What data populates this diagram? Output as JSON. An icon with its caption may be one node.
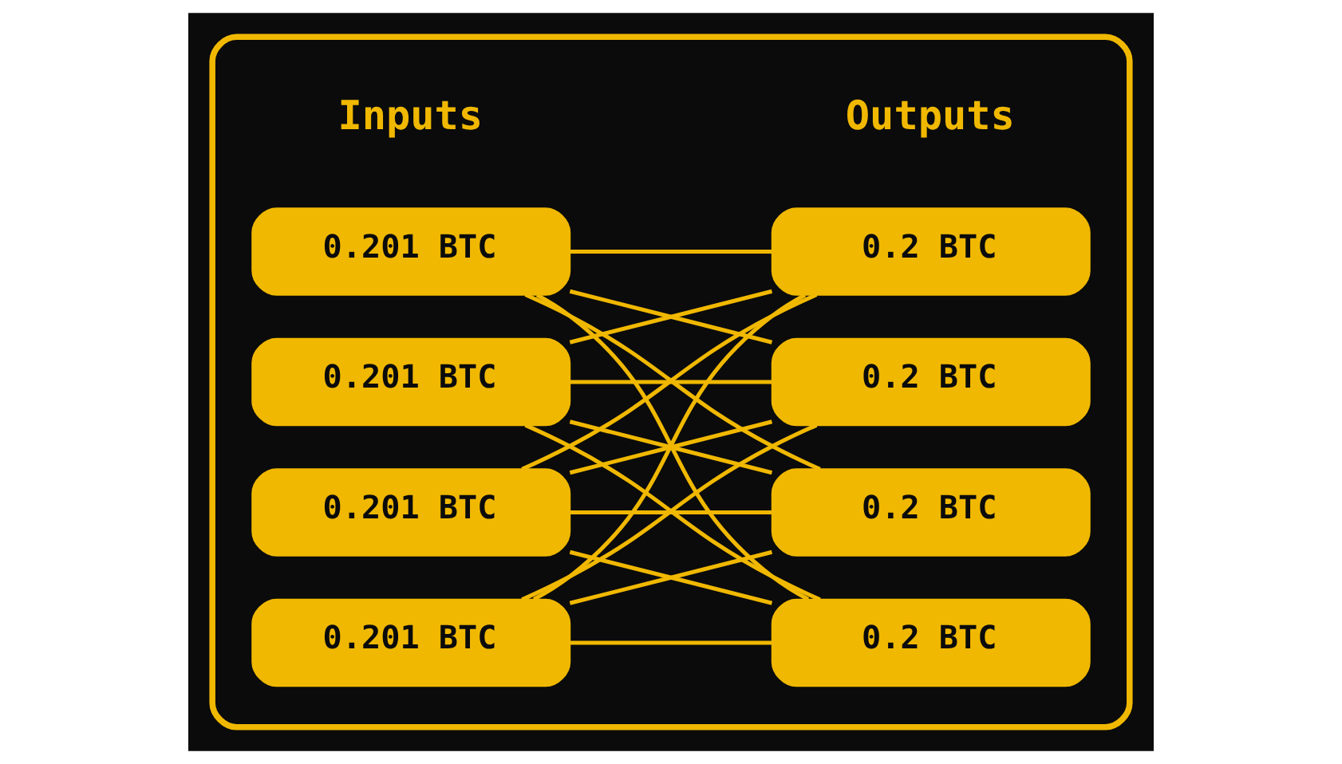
{
  "diagram": {
    "nodes": [
      {
        "text": [],
        "shape": "box"
      },
      {
        "text": [
          "0.201 BTC"
        ],
        "in": 0
      },
      {
        "text": [
          "0.201 BTC"
        ],
        "in": 0
      },
      {
        "text": [
          "0.201 BTC"
        ],
        "in": 0
      },
      {
        "text": [
          "0.201 BTC"
        ],
        "in": 0
      },
      {
        "text": [
          "0.2 BTC"
        ],
        "in": 0
      },
      {
        "text": [
          "0.2 BTC"
        ],
        "in": 0
      },
      {
        "text": [
          "0.2 BTC"
        ],
        "in": 0
      },
      {
        "text": [
          "0.2 BTC"
        ],
        "in": 0
      }
    ],
    "edges": [
      {
        "from": 1,
        "to": 5,
        "arrow": "none"
      },
      {
        "from": 1,
        "to": 6,
        "arrow": "none"
      },
      {
        "from": 1,
        "to": 7,
        "arrow": "none"
      },
      {
        "from": 1,
        "to": 8,
        "arrow": "none"
      },
      {
        "from": 2,
        "to": 5,
        "arrow": "none"
      },
      {
        "from": 2,
        "to": 6,
        "arrow": "none"
      },
      {
        "from": 2,
        "to": 7,
        "arrow": "none"
      },
      {
        "from": 2,
        "to": 8,
        "arrow": "none"
      },
      {
        "from": 3,
        "to": 5,
        "arrow": "none"
      },
      {
        "from": 3,
        "to": 6,
        "arrow": "none"
      },
      {
        "from": 3,
        "to": 7,
        "arrow": "none"
      },
      {
        "from": 3,
        "to": 8,
        "arrow": "none"
      },
      {
        "from": 4,
        "to": 5,
        "arrow": "none"
      },
      {
        "from": 4,
        "to": 6,
        "arrow": "none"
      },
      {
        "from": 4,
        "to": 7,
        "arrow": "none"
      },
      {
        "from": 4,
        "to": 8,
        "arrow": "none"
      }
    ],
    "labels": [
      "Inputs",
      "Outputs"
    ]
  }
}
